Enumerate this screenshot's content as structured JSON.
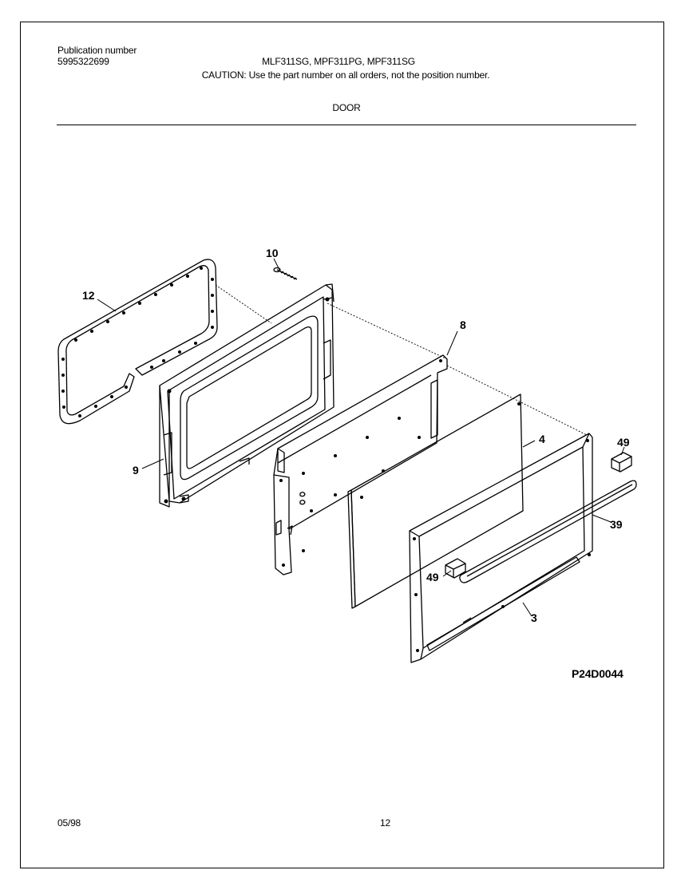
{
  "header": {
    "publication_label": "Publication number",
    "publication_number": "5995322699",
    "models": "MLF311SG, MPF311PG, MPF311SG",
    "caution": "CAUTION:  Use the part number on all orders, not the position number.",
    "section_title": "DOOR"
  },
  "diagram": {
    "callouts": [
      "12",
      "10",
      "8",
      "9",
      "4",
      "49",
      "39",
      "49",
      "3"
    ],
    "drawing_id": "P24D0044"
  },
  "footer": {
    "date": "05/98",
    "page": "12"
  }
}
